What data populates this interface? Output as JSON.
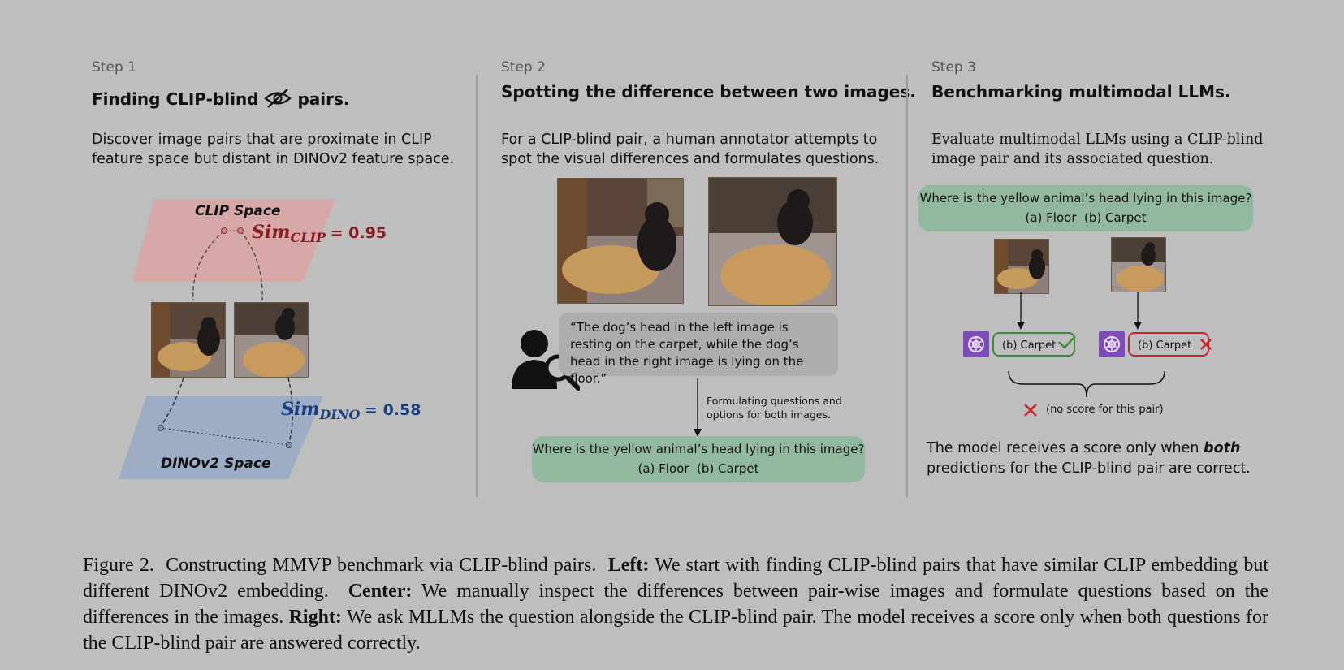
{
  "step1": {
    "step_label": "Step 1",
    "title_part1": "Finding CLIP-blind",
    "title_part2": "pairs.",
    "description": "Discover image pairs that are proximate in CLIP feature space but distant in DINOv2 feature space.",
    "clip_space_label": "CLIP Space",
    "dino_space_label": "DINOv2 Space",
    "sim_clip_sym": "Sim",
    "sim_clip_sub": "CLIP",
    "sim_clip_val": "= 0.95",
    "sim_dino_sym": "Sim",
    "sim_dino_sub": "DINO",
    "sim_dino_val": "= 0.58"
  },
  "step2": {
    "step_label": "Step 2",
    "title": "Spotting the difference between two images.",
    "description": "For a CLIP-blind pair, a human annotator attempts to spot the visual differences and formulates questions.",
    "annotator_quote": "“The dog’s head in the left image is resting on the carpet, while the dog’s head in the right image is lying on the floor.”",
    "arrow_note": "Formulating questions and options for both images.",
    "question": "Where is the yellow animal’s head lying in this image?",
    "options": "(a) Floor  (b) Carpet"
  },
  "step3": {
    "step_label": "Step 3",
    "title": "Benchmarking multimodal LLMs.",
    "description": "Evaluate multimodal LLMs using a CLIP-blind image pair and its associated question.",
    "question": "Where is the yellow animal’s head lying in this image?",
    "options": "(a) Floor  (b) Carpet",
    "answer_left": "(b) Carpet",
    "answer_right": "(b) Carpet",
    "no_score": "(no score for this pair)",
    "result_part1": "The model receives a score only when ",
    "result_emph": "both",
    "result_part2": " predictions for the CLIP-blind pair are correct.",
    "colors": {
      "correct": "#3f8a3a",
      "wrong": "#c8262b",
      "gpt": "#7d4cb8"
    }
  },
  "caption": {
    "label": "Figure 2.",
    "text1": "Constructing MMVP benchmark via CLIP-blind pairs.",
    "left_label": "Left:",
    "left_text": "We start with finding CLIP-blind pairs that have similar CLIP embedding but different DINOv2 embedding.",
    "center_label": "Center:",
    "center_text": "We manually inspect the differences between pair-wise images and formulate questions based on the differences in the images.",
    "right_label": "Right:",
    "right_text": "We ask MLLMs the question alongside the CLIP-blind pair. The model receives a score only when both questions for the CLIP-blind pair are answered correctly."
  }
}
